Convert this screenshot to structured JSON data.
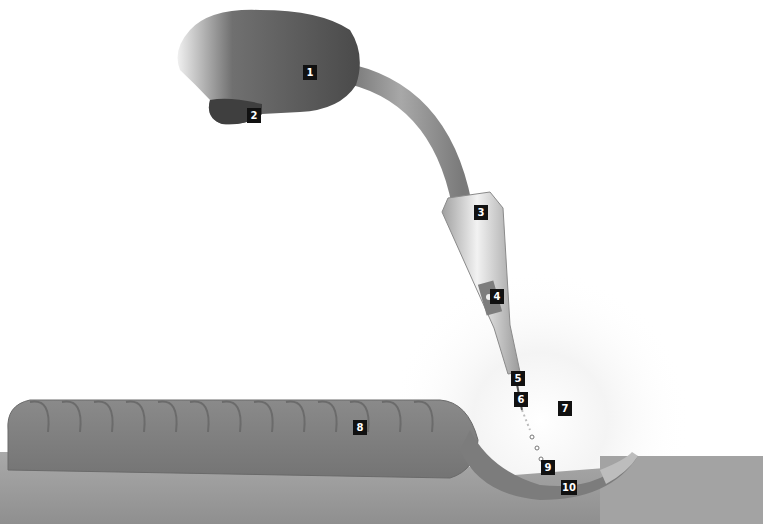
{
  "diagram": {
    "labels": [
      "1",
      "2",
      "3",
      "4",
      "5",
      "6",
      "7",
      "8",
      "9",
      "10"
    ]
  }
}
